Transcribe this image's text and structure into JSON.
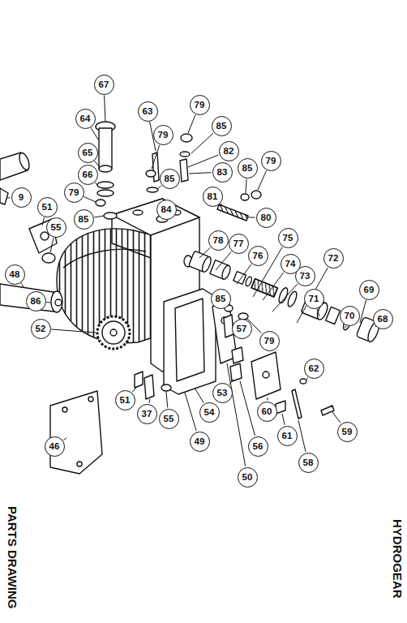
{
  "diagram": {
    "title": "HYDROGEAR",
    "caption": "PARTS DRAWING",
    "nodes": [
      {
        "text": [
          "67"
        ]
      },
      {
        "text": [
          "79"
        ]
      },
      {
        "text": [
          "63"
        ]
      },
      {
        "text": [
          "64"
        ]
      },
      {
        "text": [
          "85"
        ]
      },
      {
        "text": [
          "79"
        ]
      },
      {
        "text": [
          "82"
        ]
      },
      {
        "text": [
          "65"
        ]
      },
      {
        "text": [
          "79"
        ]
      },
      {
        "text": [
          "85"
        ]
      },
      {
        "text": [
          "83"
        ]
      },
      {
        "text": [
          "66"
        ]
      },
      {
        "text": [
          "85"
        ]
      },
      {
        "text": [
          "79"
        ]
      },
      {
        "text": [
          "81"
        ]
      },
      {
        "text": [
          "9"
        ]
      },
      {
        "text": [
          "51"
        ]
      },
      {
        "text": [
          "84"
        ]
      },
      {
        "text": [
          "80"
        ]
      },
      {
        "text": [
          "85"
        ]
      },
      {
        "text": [
          "55"
        ]
      },
      {
        "text": [
          "75"
        ]
      },
      {
        "text": [
          "78"
        ]
      },
      {
        "text": [
          "77"
        ]
      },
      {
        "text": [
          "76"
        ]
      },
      {
        "text": [
          "72"
        ]
      },
      {
        "text": [
          "74"
        ]
      },
      {
        "text": [
          "48"
        ]
      },
      {
        "text": [
          "73"
        ]
      },
      {
        "text": [
          "85"
        ]
      },
      {
        "text": [
          "86"
        ]
      },
      {
        "text": [
          "71"
        ]
      },
      {
        "text": [
          "69"
        ]
      },
      {
        "text": [
          "70"
        ]
      },
      {
        "text": [
          "68"
        ]
      },
      {
        "text": [
          "57"
        ]
      },
      {
        "text": [
          "52"
        ]
      },
      {
        "text": [
          "79"
        ]
      },
      {
        "text": [
          "62"
        ]
      },
      {
        "text": [
          "53"
        ]
      },
      {
        "text": [
          "51"
        ]
      },
      {
        "text": [
          "60"
        ]
      },
      {
        "text": [
          "54"
        ]
      },
      {
        "text": [
          "37"
        ]
      },
      {
        "text": [
          "55"
        ]
      },
      {
        "text": [
          "59"
        ]
      },
      {
        "text": [
          "61"
        ]
      },
      {
        "text": [
          "49"
        ]
      },
      {
        "text": [
          "46"
        ]
      },
      {
        "text": [
          "56"
        ]
      },
      {
        "text": [
          "58"
        ]
      },
      {
        "text": [
          "50"
        ]
      }
    ]
  }
}
